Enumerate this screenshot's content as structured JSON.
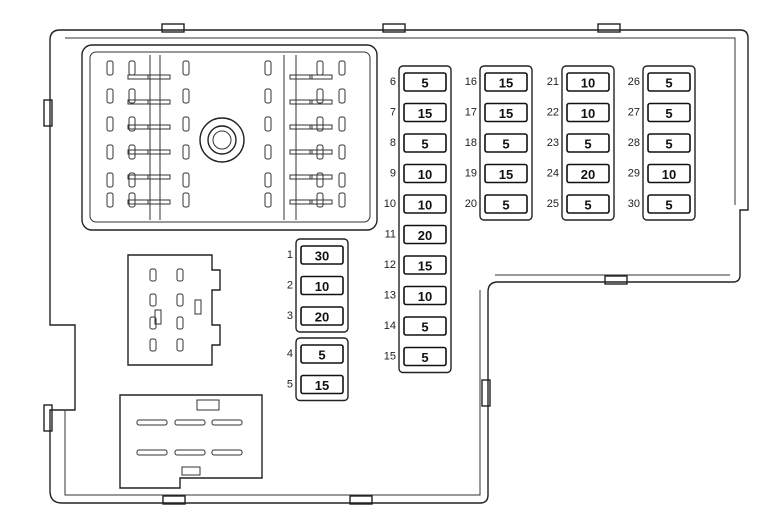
{
  "title": "Fuse panel diagram",
  "fuses": [
    {
      "number": "1",
      "amps": "30"
    },
    {
      "number": "2",
      "amps": "10"
    },
    {
      "number": "3",
      "amps": "20"
    },
    {
      "number": "4",
      "amps": "5"
    },
    {
      "number": "5",
      "amps": "15"
    },
    {
      "number": "6",
      "amps": "5"
    },
    {
      "number": "7",
      "amps": "15"
    },
    {
      "number": "8",
      "amps": "5"
    },
    {
      "number": "9",
      "amps": "10"
    },
    {
      "number": "10",
      "amps": "10"
    },
    {
      "number": "11",
      "amps": "20"
    },
    {
      "number": "12",
      "amps": "15"
    },
    {
      "number": "13",
      "amps": "10"
    },
    {
      "number": "14",
      "amps": "5"
    },
    {
      "number": "15",
      "amps": "5"
    },
    {
      "number": "16",
      "amps": "15"
    },
    {
      "number": "17",
      "amps": "15"
    },
    {
      "number": "18",
      "amps": "5"
    },
    {
      "number": "19",
      "amps": "15"
    },
    {
      "number": "20",
      "amps": "5"
    },
    {
      "number": "21",
      "amps": "10"
    },
    {
      "number": "22",
      "amps": "10"
    },
    {
      "number": "23",
      "amps": "5"
    },
    {
      "number": "24",
      "amps": "20"
    },
    {
      "number": "25",
      "amps": "5"
    },
    {
      "number": "26",
      "amps": "5"
    },
    {
      "number": "27",
      "amps": "5"
    },
    {
      "number": "28",
      "amps": "5"
    },
    {
      "number": "29",
      "amps": "10"
    },
    {
      "number": "30",
      "amps": "5"
    }
  ]
}
